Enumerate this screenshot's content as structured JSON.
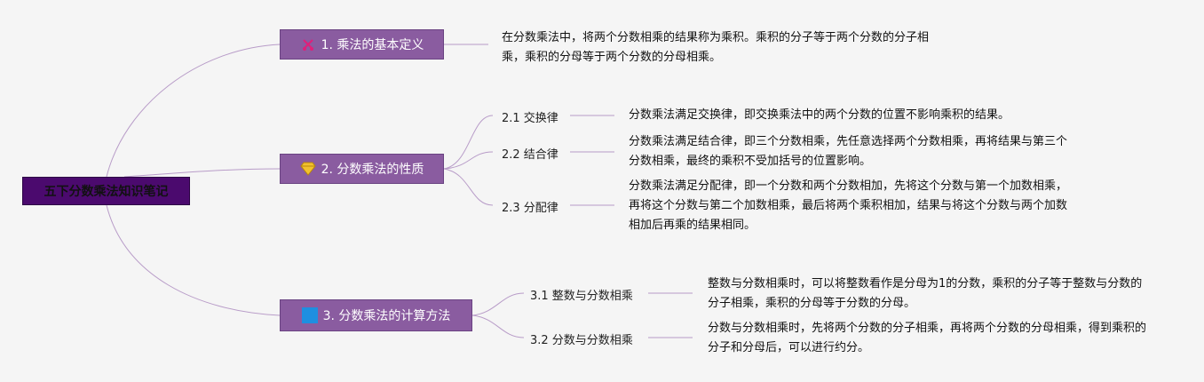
{
  "root": {
    "label": "五下分数乘法知识笔记"
  },
  "branches": [
    {
      "label": "1. 乘法的基本定义",
      "icon": "scissors-icon",
      "note": "在分数乘法中，将两个分数相乘的结果称为乘积。乘积的分子等于两个分数的分子相乘，乘积的分母等于两个分数的分母相乘。",
      "children": []
    },
    {
      "label": "2. 分数乘法的性质",
      "icon": "diamond-icon",
      "children": [
        {
          "label": "2.1 交换律",
          "note": "分数乘法满足交换律，即交换乘法中的两个分数的位置不影响乘积的结果。"
        },
        {
          "label": "2.2 结合律",
          "note": "分数乘法满足结合律，即三个分数相乘，先任意选择两个分数相乘，再将结果与第三个分数相乘，最终的乘积不受加括号的位置影响。"
        },
        {
          "label": "2.3 分配律",
          "note": "分数乘法满足分配律，即一个分数和两个分数相加，先将这个分数与第一个加数相乘，再将这个分数与第二个加数相乘，最后将两个乘积相加，结果与将这个分数与两个加数相加后再乘的结果相同。"
        }
      ]
    },
    {
      "label": "3. 分数乘法的计算方法",
      "icon": "blue-square-icon",
      "children": [
        {
          "label": "3.1 整数与分数相乘",
          "note": "整数与分数相乘时，可以将整数看作是分母为1的分数，乘积的分子等于整数与分数的分子相乘，乘积的分母等于分数的分母。"
        },
        {
          "label": "3.2 分数与分数相乘",
          "note": "分数与分数相乘时，先将两个分数的分子相乘，再将两个分数的分母相乘，得到乘积的分子和分母后，可以进行约分。"
        }
      ]
    }
  ],
  "colors": {
    "root": "#4b0a6e",
    "branch": "#8a5ca0",
    "line": "#b89cc8"
  }
}
